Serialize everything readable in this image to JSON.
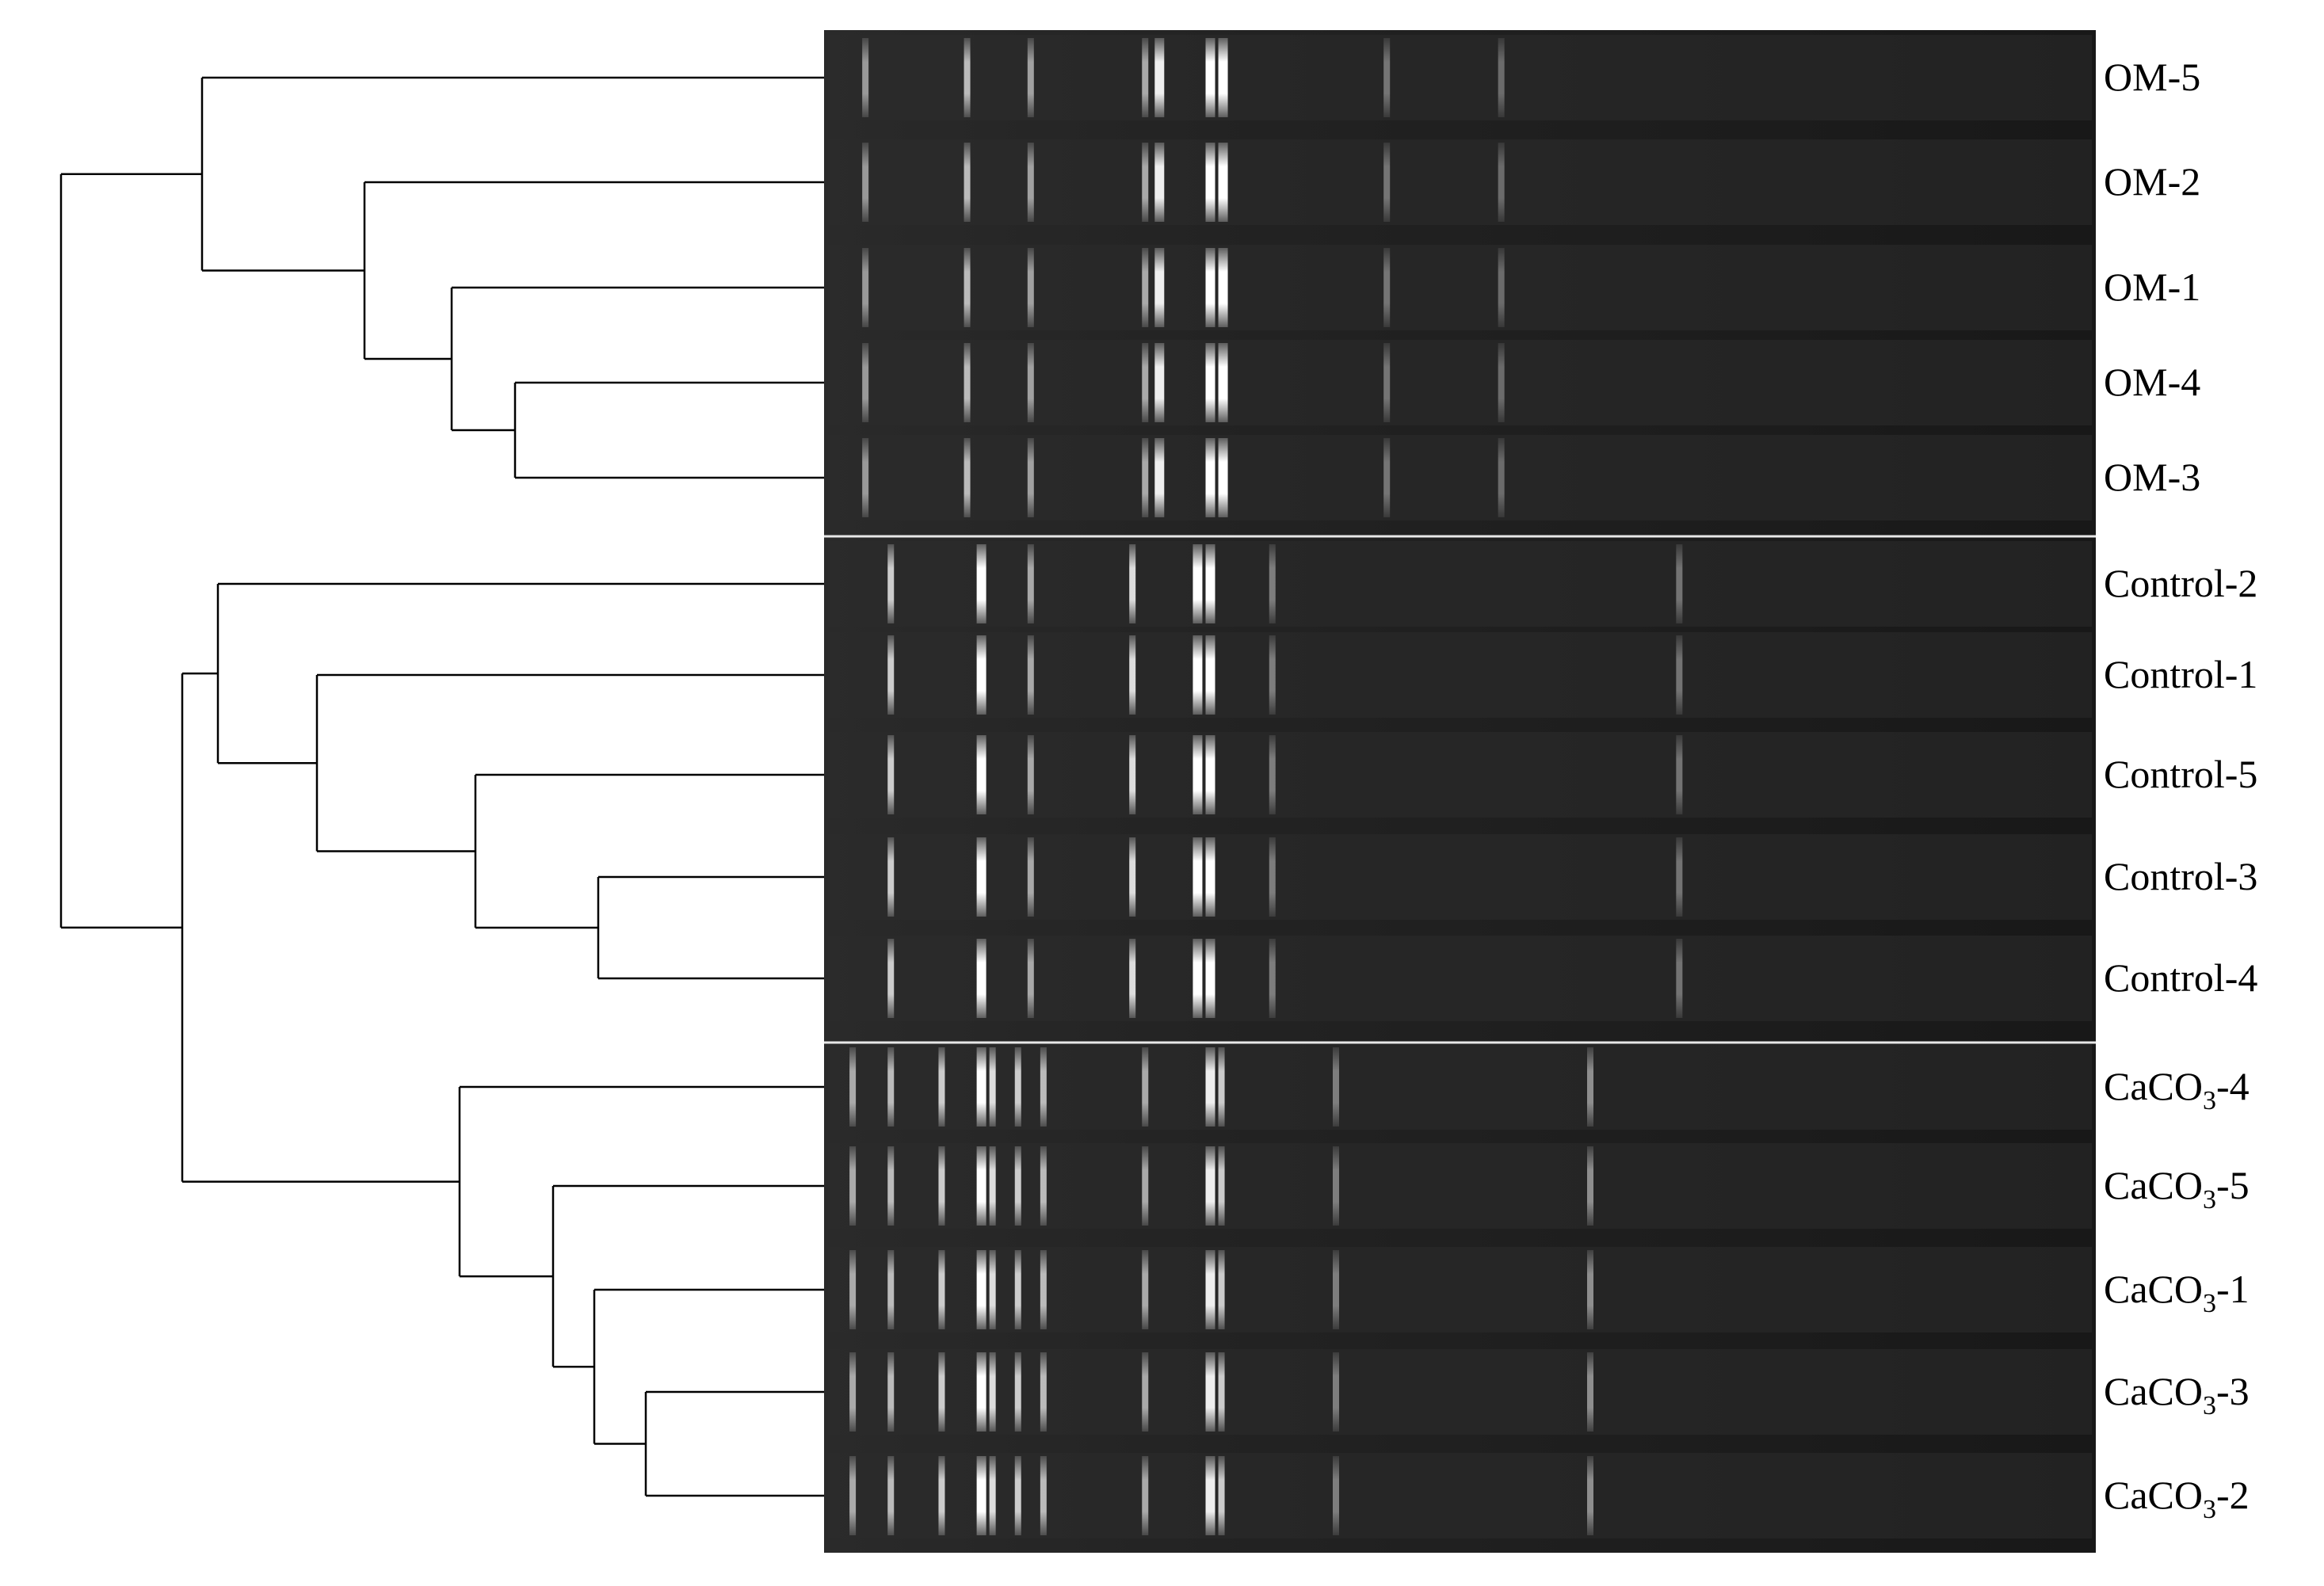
{
  "colors": {
    "background": "#ffffff",
    "gel_background": "#1c1c1c",
    "band": "#ffffff",
    "tree_line": "#000000",
    "label_text": "#000000"
  },
  "groups": [
    {
      "name": "OM",
      "lanes": [
        "OM-5",
        "OM-2",
        "OM-1",
        "OM-4",
        "OM-3"
      ]
    },
    {
      "name": "Control",
      "lanes": [
        "Control-2",
        "Control-1",
        "Control-5",
        "Control-3",
        "Control-4"
      ]
    },
    {
      "name": "CaCO3",
      "lanes": [
        "CaCO3-4",
        "CaCO3-5",
        "CaCO3-1",
        "CaCO3-3",
        "CaCO3-2"
      ]
    }
  ],
  "lanes": [
    {
      "id": "OM-5",
      "label_parts": [
        "OM-5"
      ]
    },
    {
      "id": "OM-2",
      "label_parts": [
        "OM-2"
      ]
    },
    {
      "id": "OM-1",
      "label_parts": [
        "OM-1"
      ]
    },
    {
      "id": "OM-4",
      "label_parts": [
        "OM-4"
      ]
    },
    {
      "id": "OM-3",
      "label_parts": [
        "OM-3"
      ]
    },
    {
      "id": "Control-2",
      "label_parts": [
        "Control-2"
      ]
    },
    {
      "id": "Control-1",
      "label_parts": [
        "Control-1"
      ]
    },
    {
      "id": "Control-5",
      "label_parts": [
        "Control-5"
      ]
    },
    {
      "id": "Control-3",
      "label_parts": [
        "Control-3"
      ]
    },
    {
      "id": "Control-4",
      "label_parts": [
        "Control-4"
      ]
    },
    {
      "id": "CaCO3-4",
      "label_parts": [
        "CaCO",
        "3",
        "-4"
      ]
    },
    {
      "id": "CaCO3-5",
      "label_parts": [
        "CaCO",
        "3",
        "-5"
      ]
    },
    {
      "id": "CaCO3-1",
      "label_parts": [
        "CaCO",
        "3",
        "-1"
      ]
    },
    {
      "id": "CaCO3-3",
      "label_parts": [
        "CaCO",
        "3",
        "-3"
      ]
    },
    {
      "id": "CaCO3-2",
      "label_parts": [
        "CaCO",
        "3",
        "-2"
      ]
    }
  ],
  "dendrogram": {
    "tree": [
      "OM-5",
      [
        "OM-2",
        [
          "OM-1",
          [
            "OM-4",
            "OM-3"
          ]
        ]
      ]
    ],
    "tree_bottom": [
      [
        "Control-2",
        [
          "Control-1",
          [
            "Control-5",
            [
              "Control-3",
              "Control-4"
            ]
          ]
        ]
      ],
      [
        "CaCO3-4",
        [
          "CaCO3-5",
          [
            "CaCO3-1",
            [
              "CaCO3-3",
              "CaCO3-2"
            ]
          ]
        ]
      ]
    ]
  },
  "band_profiles": {
    "OM": [
      [
        0.03,
        0.4
      ],
      [
        0.11,
        0.6
      ],
      [
        0.16,
        0.45
      ],
      [
        0.25,
        0.5
      ],
      [
        0.26,
        0.9
      ],
      [
        0.3,
        1.0
      ],
      [
        0.31,
        1.0
      ],
      [
        0.44,
        0.2
      ],
      [
        0.53,
        0.15
      ]
    ],
    "Control": [
      [
        0.05,
        0.7
      ],
      [
        0.12,
        1.0
      ],
      [
        0.16,
        0.5
      ],
      [
        0.24,
        0.8
      ],
      [
        0.29,
        1.0
      ],
      [
        0.3,
        1.0
      ],
      [
        0.35,
        0.25
      ],
      [
        0.67,
        0.2
      ]
    ],
    "CaCO3": [
      [
        0.02,
        0.5
      ],
      [
        0.05,
        0.6
      ],
      [
        0.09,
        0.7
      ],
      [
        0.12,
        1.0
      ],
      [
        0.13,
        0.8
      ],
      [
        0.15,
        0.7
      ],
      [
        0.17,
        0.6
      ],
      [
        0.25,
        0.5
      ],
      [
        0.3,
        0.9
      ],
      [
        0.31,
        0.7
      ],
      [
        0.4,
        0.25
      ],
      [
        0.6,
        0.35
      ]
    ]
  }
}
